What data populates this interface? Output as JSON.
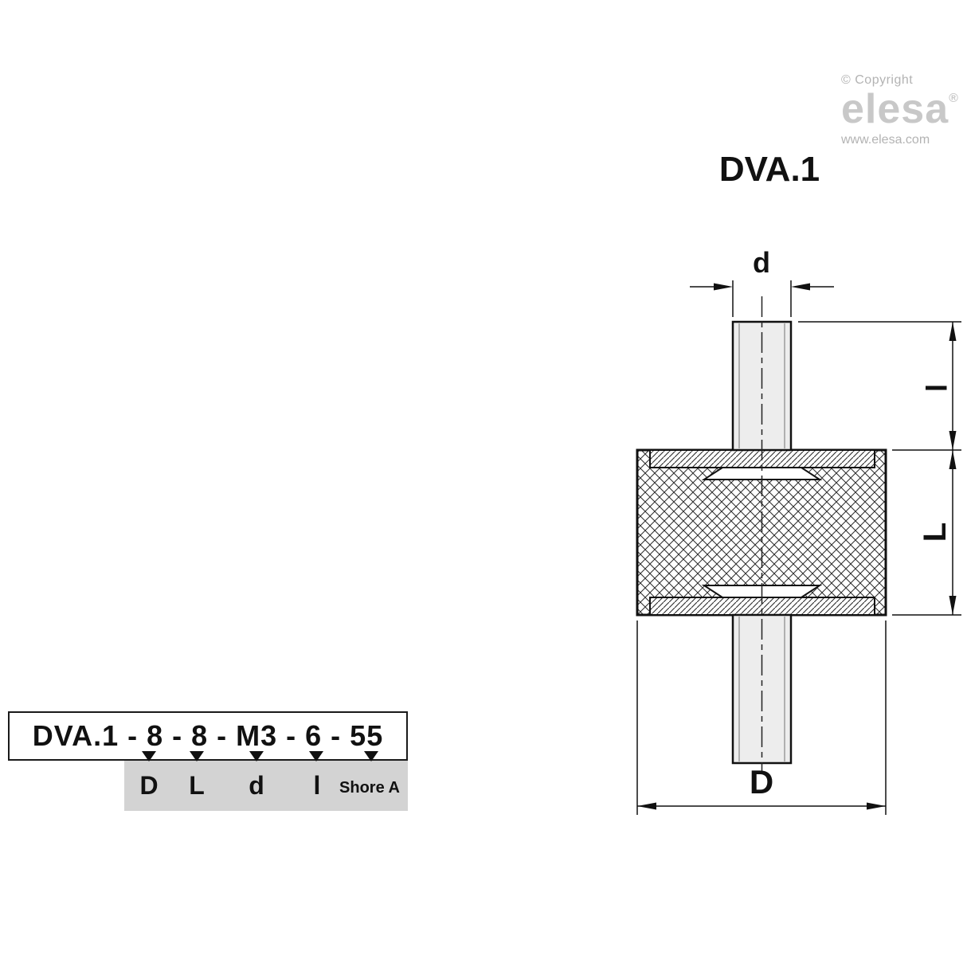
{
  "branding": {
    "copyright": "© Copyright",
    "logo_text": "elesa",
    "registered_mark": "®",
    "website": "www.elesa.com"
  },
  "page": {
    "title": "DVA.1"
  },
  "drawing": {
    "description": "Sectioned vibration damper: cylindrical rubber body with knurled cross-hatch, metal end plates with threaded studs top and bottom",
    "dimensions": {
      "d": "d",
      "l": "l",
      "L": "L",
      "D": "D"
    }
  },
  "ordering_code": {
    "code": "DVA.1 - 8 - 8 - M3 - 6 - 55",
    "labels": [
      "D",
      "L",
      "d",
      "l",
      "Shore A"
    ],
    "marker_icon": "down-triangle"
  },
  "colors": {
    "logo_gray": "#c8c8c8",
    "copyright_gray": "#b3b3b3",
    "label_box_gray": "#d3d3d3",
    "line_black": "#111111"
  }
}
